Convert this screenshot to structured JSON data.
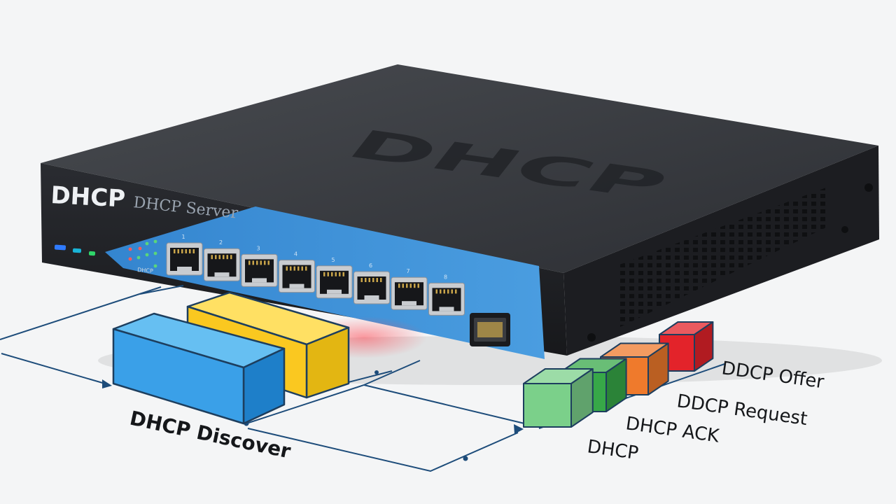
{
  "device": {
    "top_text": "DHCP",
    "front_logo": "DHCP",
    "front_label": "DHCP Server",
    "status_text": "DHCP",
    "port_count": 8,
    "port_numbers": [
      "1",
      "2",
      "3",
      "4",
      "5",
      "6",
      "7",
      "8"
    ],
    "colors": {
      "chassis_top": "#3b3e43",
      "chassis_front": "#222428",
      "front_panel": "#3d8fd6",
      "port_body": "#d9dbde"
    }
  },
  "packets": {
    "discover": {
      "label": "DHCP Discover",
      "colors": {
        "front": "#3aa0e8",
        "top": "#66bff2",
        "side": "#1e7fc9",
        "back_front": "#fac820",
        "back_top": "#ffe063",
        "back_side": "#e3b612"
      }
    },
    "sequence": [
      {
        "label": "DDCP Offer",
        "color": "#e3232a"
      },
      {
        "label": "DDCP Request",
        "color": "#ef7a2c"
      },
      {
        "label": "DHCP ACK",
        "color": "#37a848"
      },
      {
        "label": "DHCP",
        "color": "#7bd08a"
      }
    ]
  }
}
